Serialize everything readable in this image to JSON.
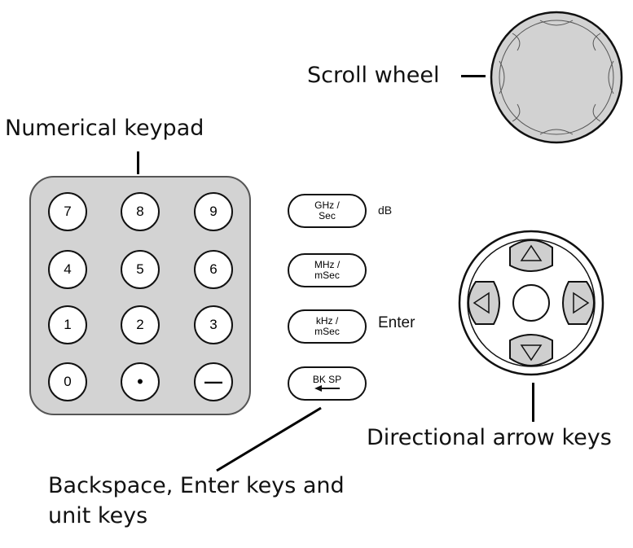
{
  "callouts": {
    "scroll_wheel": "Scroll wheel",
    "numerical_keypad": "Numerical keypad",
    "directional_keys": "Directional arrow keys",
    "backspace_line1": "Backspace, Enter keys and",
    "backspace_line2": "unit keys"
  },
  "keypad": {
    "keys": [
      "7",
      "8",
      "9",
      "4",
      "5",
      "6",
      "1",
      "2",
      "3",
      "0",
      "•",
      "—"
    ]
  },
  "unit_keys": [
    {
      "line1": "GHz /",
      "line2": "Sec",
      "side_label": "dB"
    },
    {
      "line1": "MHz /",
      "line2": "mSec",
      "side_label": ""
    },
    {
      "line1": "kHz /",
      "line2": "mSec",
      "side_label": "Enter"
    },
    {
      "line1": "BK SP",
      "line2": ""
    }
  ],
  "colors": {
    "key_fill": "#ffffff",
    "panel_fill": "#d3d3d3",
    "wheel_fill": "#d2d2d2",
    "outline": "#111111"
  },
  "icons": [
    "arrow-up-icon",
    "arrow-down-icon",
    "arrow-left-icon",
    "arrow-right-icon",
    "backspace-arrow-icon"
  ]
}
